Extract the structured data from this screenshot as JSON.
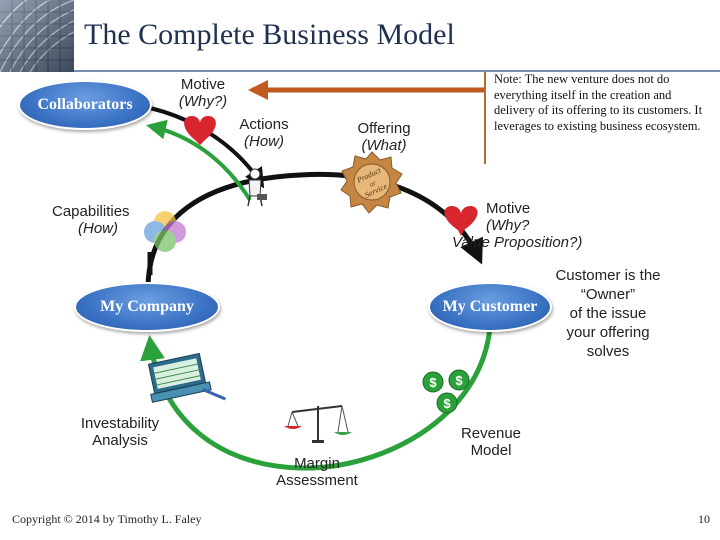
{
  "title": "The Complete Business Model",
  "note": "Note:  The new venture does not do everything itself in the creation and delivery of its offering to its customers. It leverages to existing business ecosystem.",
  "nodes": {
    "collaborators": "Collaborators",
    "my_company": "My Company",
    "my_customer": "My Customer"
  },
  "labels": {
    "motive_top": "Motive",
    "motive_top_sub": "(Why?)",
    "actions": "Actions",
    "actions_sub": "(How)",
    "offering": "Offering",
    "offering_sub": "(What)",
    "capabilities": "Capabilities",
    "capabilities_sub": "(How)",
    "motive_right": "Motive",
    "motive_right_sub1": "(Why?",
    "motive_right_sub2": "Value Proposition?)",
    "owner_line1": "Customer is the",
    "owner_line2": "“Owner”",
    "owner_line3": "of the issue",
    "owner_line4": "your offering",
    "owner_line5": "solves",
    "investability_1": "Investability",
    "investability_2": "Analysis",
    "revenue_1": "Revenue",
    "revenue_2": "Model",
    "margin_1": "Margin",
    "margin_2": "Assessment"
  },
  "badge": {
    "line1": "Product",
    "line2": "or",
    "line3": "Service"
  },
  "dollar_symbol": "$",
  "footer": {
    "copyright": "Copyright © 2014 by Timothy L. Faley",
    "page_number": "10"
  },
  "colors": {
    "node_blue": "#3a72c4",
    "green_arrow": "#2aa13a",
    "black_arrow": "#111111",
    "orange_arrow": "#c05a1f",
    "heart_red": "#d8262e",
    "title": "#1f3050"
  }
}
